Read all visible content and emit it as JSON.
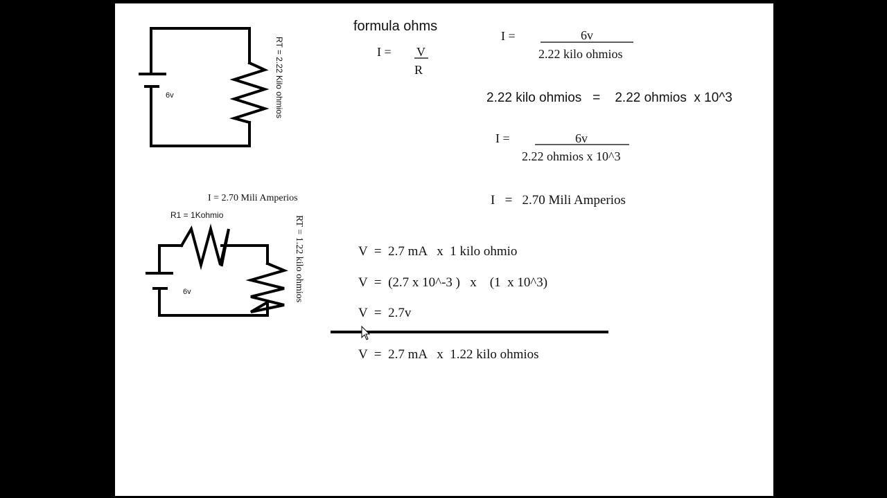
{
  "circuit1": {
    "battery_label": "6v",
    "rt_label": "RT =   2.22 Kilo ohmios"
  },
  "circuit2": {
    "current_label": "I  =   2.70 Mili Amperios",
    "r1_label": "R1 = 1Kohmio",
    "battery_label": "6v",
    "rt_label": "RT =   1.22  kilo ohmios"
  },
  "formula": {
    "title": "formula ohms",
    "lhs": "I   =",
    "numerator": "V",
    "denominator": "R"
  },
  "calc1": {
    "lhs": "I   =",
    "numerator": "6v",
    "denominator": "2.22 kilo ohmios"
  },
  "conversion": "2.22 kilo ohmios   =    2.22 ohmios  x 10^3",
  "calc2": {
    "lhs": "I   =",
    "numerator": "6v",
    "denominator": "2.22 ohmios x 10^3"
  },
  "result_current": "I   =   2.70 Mili Amperios",
  "voltage_lines": [
    "V  =  2.7 mA   x  1 kilo ohmio",
    "V  =  (2.7 x 10^-3 )   x    (1  x 10^3)",
    "V  =  2.7v"
  ],
  "voltage_line_after_divider": "V  =  2.7 mA   x  1.22 kilo ohmios"
}
